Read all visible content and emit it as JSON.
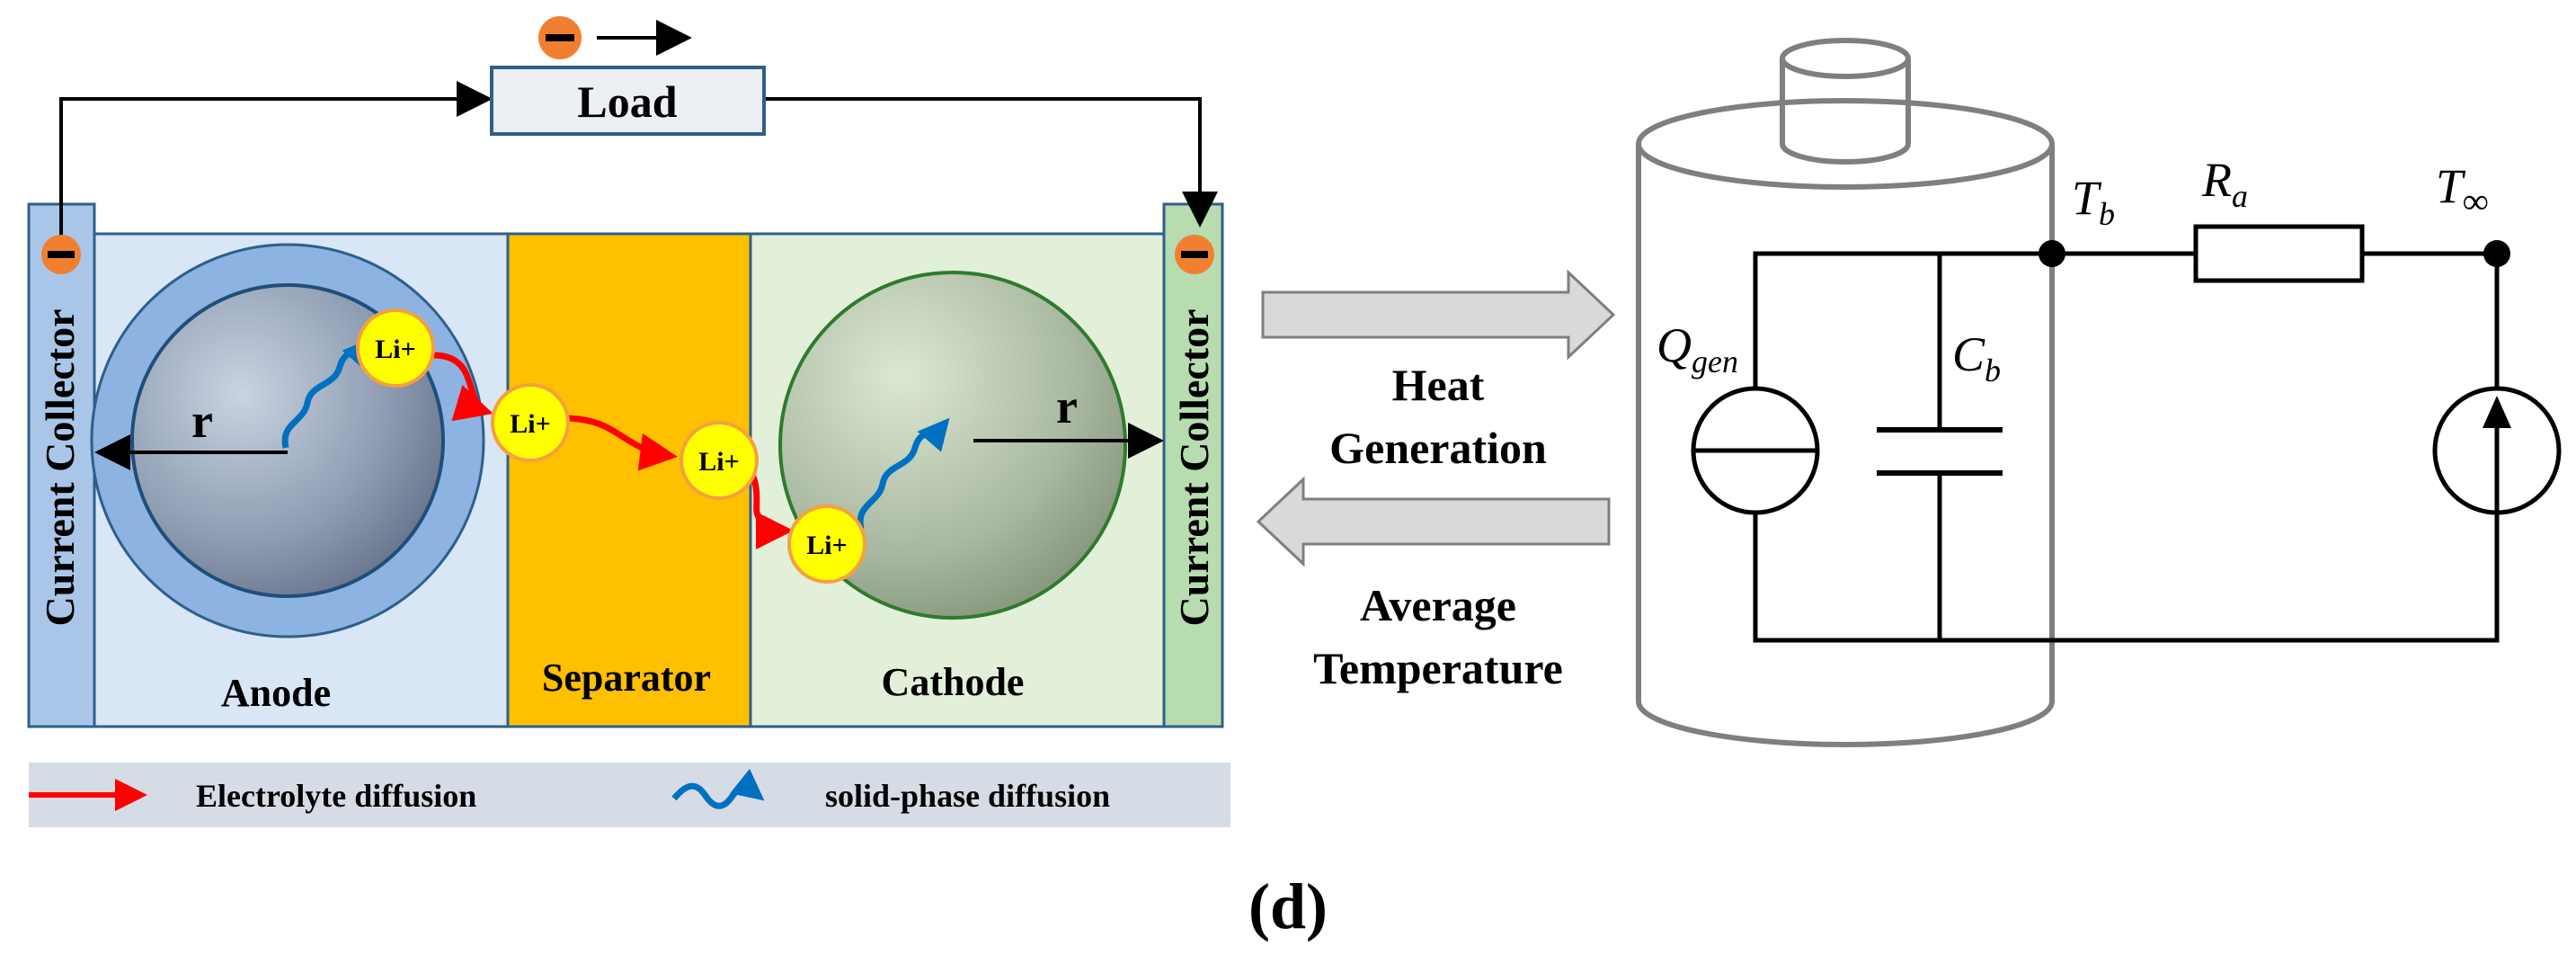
{
  "load": {
    "label": "Load"
  },
  "collectors": {
    "left_label": "Current Collector",
    "right_label": "Current Collector"
  },
  "regions": {
    "anode": "Anode",
    "separator": "Separator",
    "cathode": "Cathode"
  },
  "particles": {
    "anode_radius_label": "r",
    "cathode_radius_label": "r"
  },
  "ions": [
    "Li+",
    "Li+",
    "Li+",
    "Li+"
  ],
  "legend": {
    "electrolyte": "Electrolyte diffusion",
    "solid": "solid-phase diffusion"
  },
  "arrows": {
    "heat_line1": "Heat",
    "heat_line2": "Generation",
    "avg_line1": "Average",
    "avg_line2": "Temperature"
  },
  "circuit": {
    "q_main": "Q",
    "q_sub": "gen",
    "c_main": "C",
    "c_sub": "b",
    "tb_main": "T",
    "tb_sub": "b",
    "ra_main": "R",
    "ra_sub": "a",
    "tinf_main": "T",
    "tinf_sub": "∞"
  },
  "panel_label": "(d)",
  "colors": {
    "anode_bg": "#d9e6f5",
    "separator": "#ffc000",
    "cathode_bg": "#e2f0d9",
    "left_collector": "#a9c6e8",
    "right_collector": "#b7dcb0",
    "legend_bg": "#d6dce5",
    "ion_fill": "#ffff00",
    "ion_stroke": "#f4a040",
    "electron": "#f08030",
    "electrolyte_arrow": "#ff0000",
    "solid_arrow": "#0070c0",
    "block_arrow": "#d9d9d9"
  }
}
